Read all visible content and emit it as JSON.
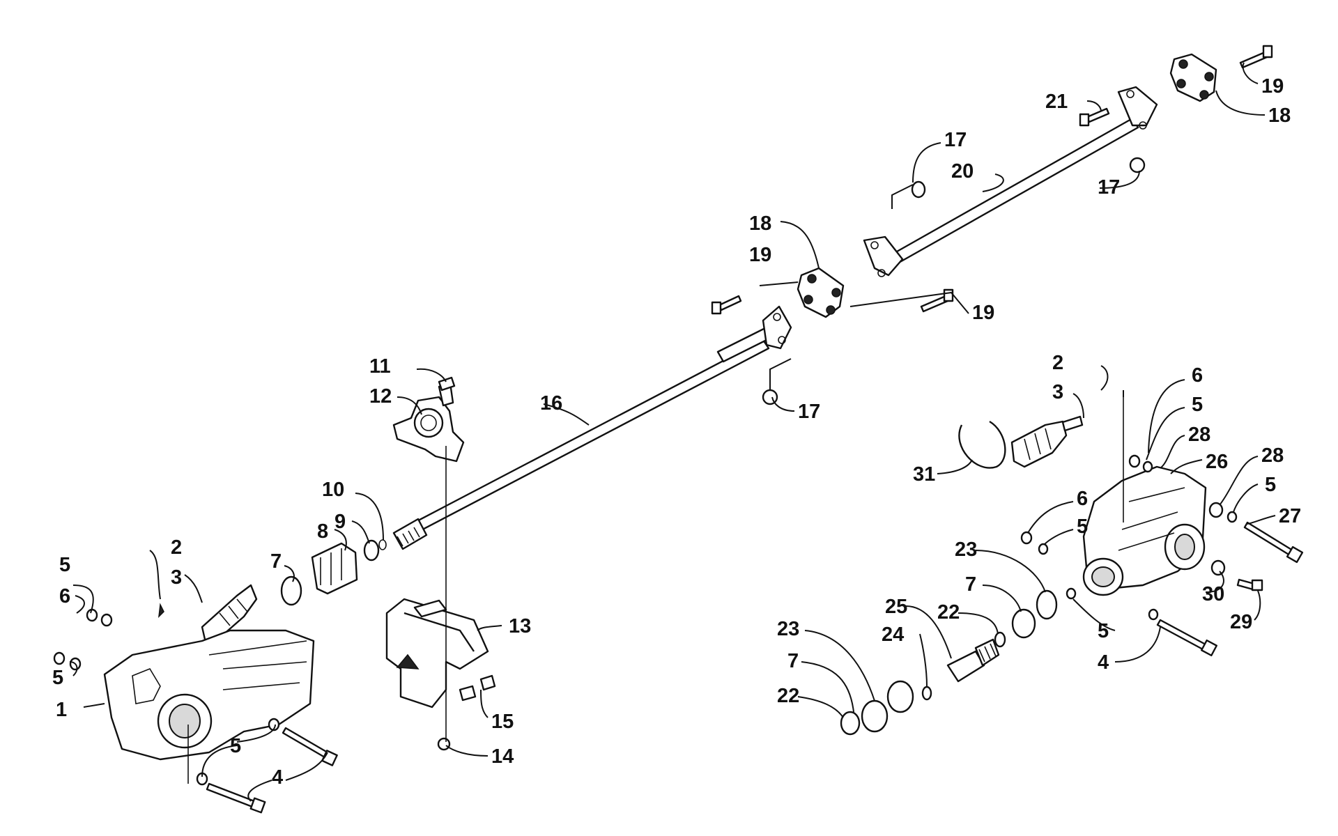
{
  "callouts": [
    {
      "id": "c1",
      "text": "1"
    },
    {
      "id": "c2a",
      "text": "2"
    },
    {
      "id": "c3a",
      "text": "3"
    },
    {
      "id": "c4a",
      "text": "4"
    },
    {
      "id": "c5a",
      "text": "5"
    },
    {
      "id": "c5b",
      "text": "5"
    },
    {
      "id": "c5c",
      "text": "5"
    },
    {
      "id": "c6a",
      "text": "6"
    },
    {
      "id": "c7a",
      "text": "7"
    },
    {
      "id": "c8",
      "text": "8"
    },
    {
      "id": "c9",
      "text": "9"
    },
    {
      "id": "c10",
      "text": "10"
    },
    {
      "id": "c11",
      "text": "11"
    },
    {
      "id": "c12",
      "text": "12"
    },
    {
      "id": "c13",
      "text": "13"
    },
    {
      "id": "c14",
      "text": "14"
    },
    {
      "id": "c15",
      "text": "15"
    },
    {
      "id": "c16",
      "text": "16"
    },
    {
      "id": "c17a",
      "text": "17"
    },
    {
      "id": "c17b",
      "text": "17"
    },
    {
      "id": "c17c",
      "text": "17"
    },
    {
      "id": "c18a",
      "text": "18"
    },
    {
      "id": "c18b",
      "text": "18"
    },
    {
      "id": "c19a",
      "text": "19"
    },
    {
      "id": "c19b",
      "text": "19"
    },
    {
      "id": "c19c",
      "text": "19"
    },
    {
      "id": "c20",
      "text": "20"
    },
    {
      "id": "c21",
      "text": "21"
    },
    {
      "id": "c2b",
      "text": "2"
    },
    {
      "id": "c3b",
      "text": "3"
    },
    {
      "id": "c6b",
      "text": "6"
    },
    {
      "id": "c5d",
      "text": "5"
    },
    {
      "id": "c28a",
      "text": "28"
    },
    {
      "id": "c26",
      "text": "26"
    },
    {
      "id": "c28b",
      "text": "28"
    },
    {
      "id": "c5e",
      "text": "5"
    },
    {
      "id": "c27",
      "text": "27"
    },
    {
      "id": "c31",
      "text": "31"
    },
    {
      "id": "c6c",
      "text": "6"
    },
    {
      "id": "c5f",
      "text": "5"
    },
    {
      "id": "c23a",
      "text": "23"
    },
    {
      "id": "c7b",
      "text": "7"
    },
    {
      "id": "c25",
      "text": "25"
    },
    {
      "id": "c22a",
      "text": "22"
    },
    {
      "id": "c30",
      "text": "30"
    },
    {
      "id": "c29",
      "text": "29"
    },
    {
      "id": "c5g",
      "text": "5"
    },
    {
      "id": "c4b",
      "text": "4"
    },
    {
      "id": "c23b",
      "text": "23"
    },
    {
      "id": "c24",
      "text": "24"
    },
    {
      "id": "c7c",
      "text": "7"
    },
    {
      "id": "c22b",
      "text": "22"
    }
  ]
}
